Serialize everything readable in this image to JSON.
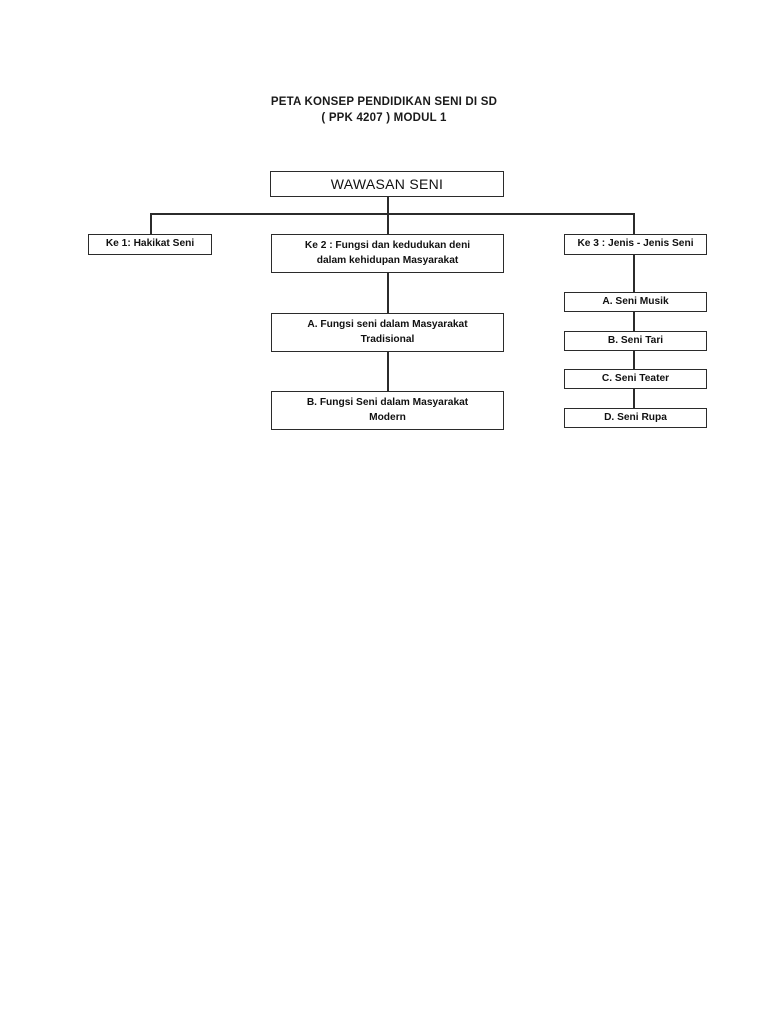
{
  "document": {
    "title_line1": "PETA KONSEP PENDIDIKAN  SENI DI SD",
    "title_line2": "( PPK 4207 ) MODUL 1"
  },
  "colors": {
    "line": "#2b2b2b",
    "text": "#111111",
    "background": "#ffffff"
  },
  "diagram": {
    "type": "concept-map",
    "root": {
      "label": "WAWASAN SENI"
    },
    "branches": [
      {
        "id": "ke1",
        "line1": "Ke 1: Hakikat Seni",
        "line2": "",
        "children": []
      },
      {
        "id": "ke2",
        "line1": "Ke 2 : Fungsi dan kedudukan deni",
        "line2": "dalam kehidupan Masyarakat",
        "children": [
          {
            "id": "ke2-a",
            "line1": "A. Fungsi seni dalam Masyarakat",
            "line2": "Tradisional"
          },
          {
            "id": "ke2-b",
            "line1": "B. Fungsi Seni dalam Masyarakat",
            "line2": "Modern"
          }
        ]
      },
      {
        "id": "ke3",
        "line1": "Ke 3 : Jenis - Jenis Seni",
        "line2": "",
        "children": [
          {
            "id": "ke3-a",
            "line1": "A. Seni Musik",
            "line2": ""
          },
          {
            "id": "ke3-b",
            "line1": "B. Seni Tari",
            "line2": ""
          },
          {
            "id": "ke3-c",
            "line1": "C. Seni Teater",
            "line2": ""
          },
          {
            "id": "ke3-d",
            "line1": "D. Seni Rupa",
            "line2": ""
          }
        ]
      }
    ]
  }
}
